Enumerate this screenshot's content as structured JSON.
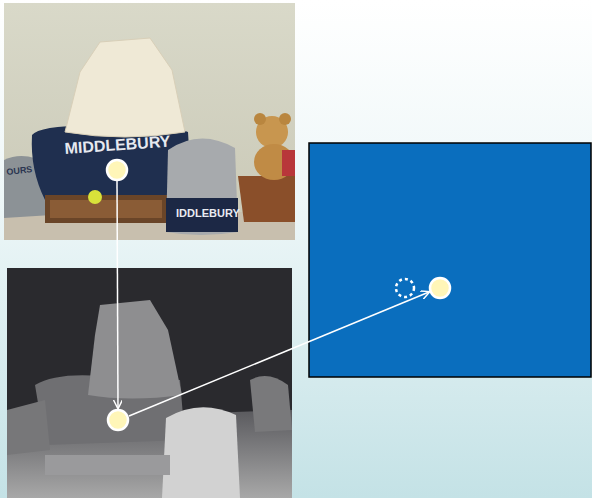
{
  "diagram": {
    "labels": [
      "MIDDLEBURY",
      "IDDLEBURY",
      "OURS"
    ]
  }
}
